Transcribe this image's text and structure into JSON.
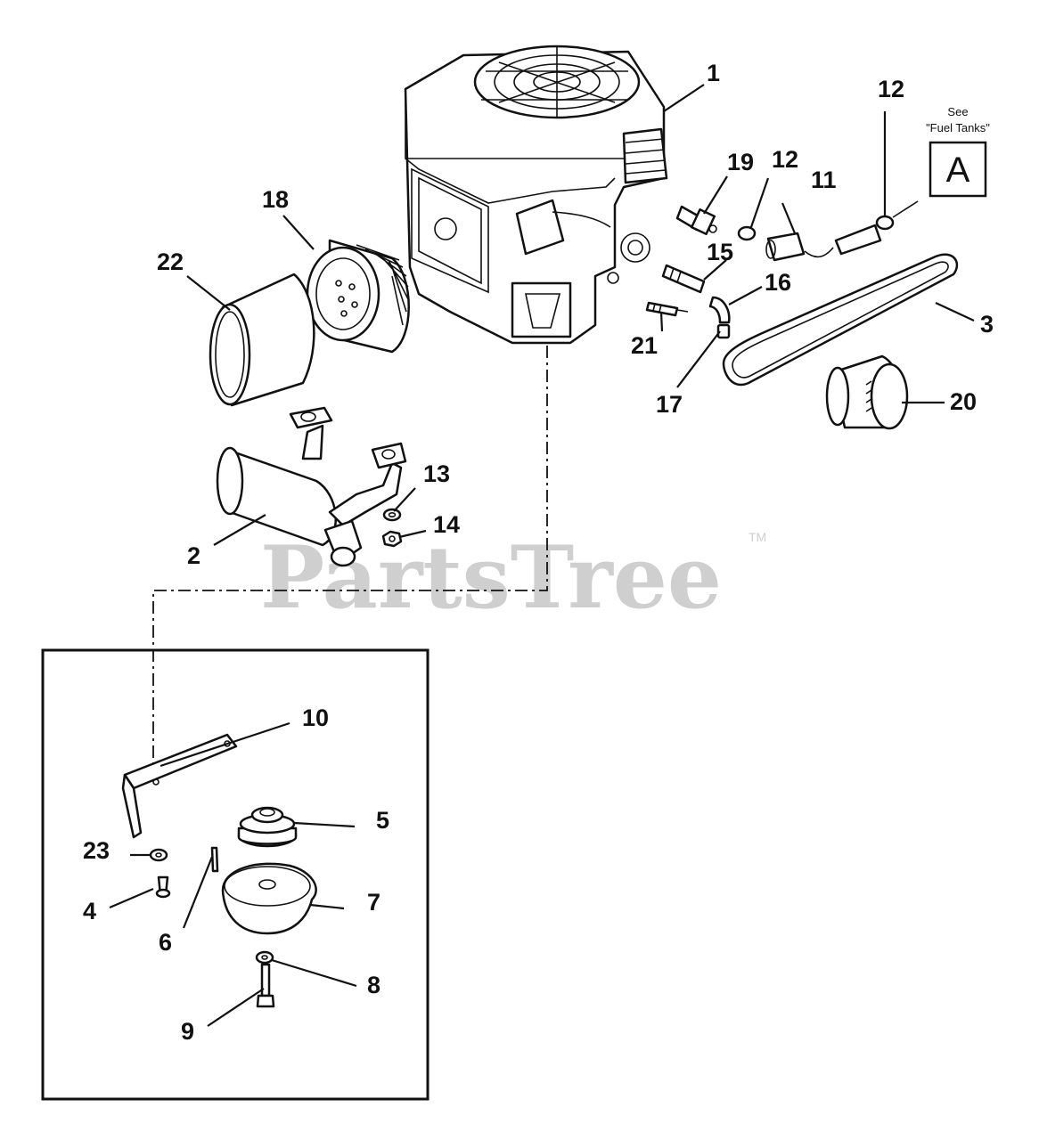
{
  "watermark": {
    "text": "PartsTree",
    "trademark": "TM"
  },
  "reference": {
    "see_line1": "See",
    "see_line2": "\"Fuel Tanks\"",
    "letter": "A"
  },
  "callouts": {
    "c1": "1",
    "c2": "2",
    "c3": "3",
    "c4": "4",
    "c5": "5",
    "c6": "6",
    "c7": "7",
    "c8": "8",
    "c9": "9",
    "c10": "10",
    "c11": "11",
    "c12a": "12",
    "c12b": "12",
    "c13": "13",
    "c14": "14",
    "c15": "15",
    "c16": "16",
    "c17": "17",
    "c18": "18",
    "c19": "19",
    "c20": "20",
    "c21": "21",
    "c22": "22",
    "c23": "23"
  }
}
